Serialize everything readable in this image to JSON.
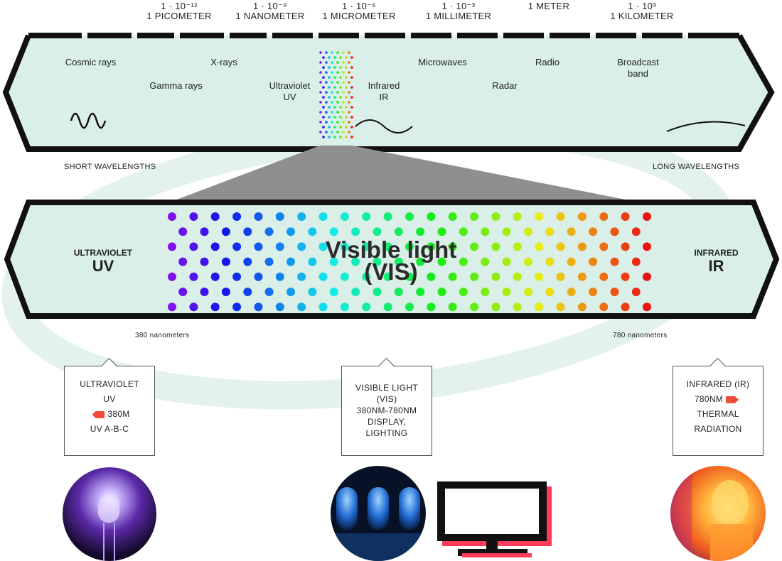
{
  "scale": [
    {
      "exp": "1 · 10⁻¹²",
      "unit": "1 PICOMETER"
    },
    {
      "exp": "1 · 10⁻⁹",
      "unit": "1 NANOMETER"
    },
    {
      "exp": "1 · 10⁻⁶",
      "unit": "1 MICROMETER"
    },
    {
      "exp": "1 · 10⁻³",
      "unit": "1 MILLIMETER"
    },
    {
      "exp": "",
      "unit": "1 METER"
    },
    {
      "exp": "1 · 10³",
      "unit": "1 KILOMETER"
    }
  ],
  "spectrum": {
    "cosmic": "Cosmic rays",
    "gamma": "Gamma rays",
    "xrays": "X-rays",
    "uv_line1": "Ultraviolet",
    "uv_line2": "UV",
    "ir_line1": "Infrared",
    "ir_line2": "IR",
    "microwaves": "Microwaves",
    "radar": "Radar",
    "radio": "Radio",
    "broadcast_line1": "Broadcast",
    "broadcast_line2": "band",
    "short": "SHORT WAVELENGTHS",
    "long": "LONG WAVELENGTHS"
  },
  "visible": {
    "uv_small": "ULTRAVIOLET",
    "uv_big": "UV",
    "title_line1": "Visible light",
    "title_line2": "(VIS)",
    "ir_small": "INFRARED",
    "ir_big": "IR",
    "nm_start": "380 nanometers",
    "nm_end": "780 nanometers"
  },
  "callouts": {
    "uv": {
      "line1": "ULTRAVIOLET",
      "line2": "UV",
      "line3": "380M",
      "line4": "UV A-B-C"
    },
    "vis": {
      "line1": "VISIBLE LIGHT",
      "line2": "(VIS)",
      "line3": "380NM-780NM",
      "line4": "DISPLAY,",
      "line5": "LIGHTING"
    },
    "ir": {
      "line1": "INFRARED (IR)",
      "line2": "780NM",
      "line3": "THERMAL",
      "line4": "RADIATION"
    }
  },
  "colors": {
    "band_fill": "#d9efe8",
    "outline": "#111111",
    "watermark": "#e6f4ee",
    "tag": "#ef4a3a"
  }
}
